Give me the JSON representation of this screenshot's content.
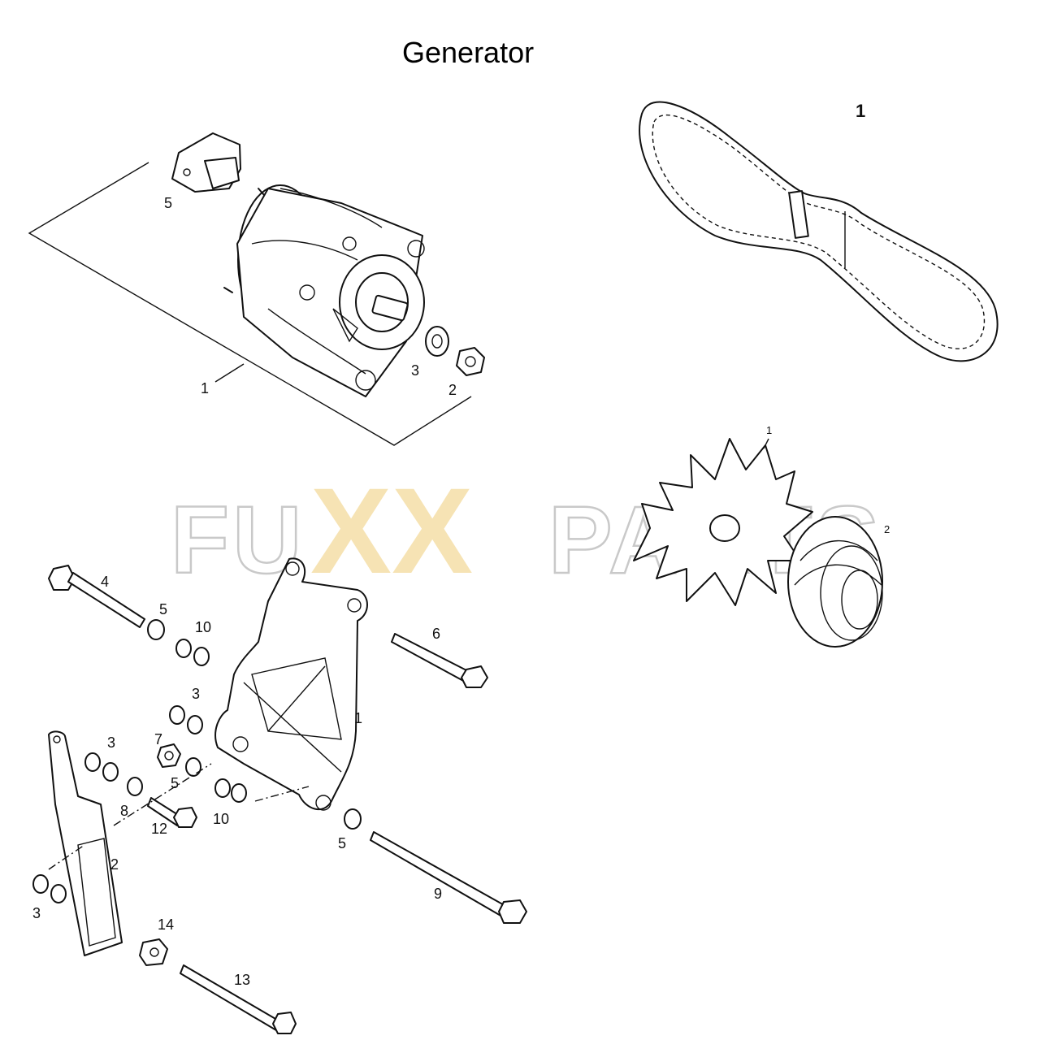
{
  "title": "Generator",
  "watermark": {
    "left": "FU",
    "middle": "XX",
    "right": "PARTS",
    "outline_color": "#c9c9c9",
    "accent_color": "#f6e3b4"
  },
  "callouts": {
    "alternator": {
      "regulator": "5",
      "alternator_assembly": "1",
      "washer": "3",
      "nut": "2"
    },
    "belt": {
      "belt": "1"
    },
    "fan_pulley": {
      "fan": "1",
      "pulley": "2"
    },
    "bracket": {
      "bolt_long_top": "4",
      "washer_top": "5",
      "washer_pair_top": "10",
      "bolt_right": "6",
      "washer_pair_mid": "3",
      "bracket": "1",
      "washer_pair_left": "3",
      "nut": "7",
      "washer_mid": "5",
      "washer_left": "8",
      "washer_pair_bottom": "10",
      "bolt_short": "12",
      "washer_right": "5",
      "adjuster_strap": "2",
      "washer_pair_low": "3",
      "bolt_long_right": "9",
      "nut_bottom": "14",
      "bolt_bottom": "13"
    }
  }
}
